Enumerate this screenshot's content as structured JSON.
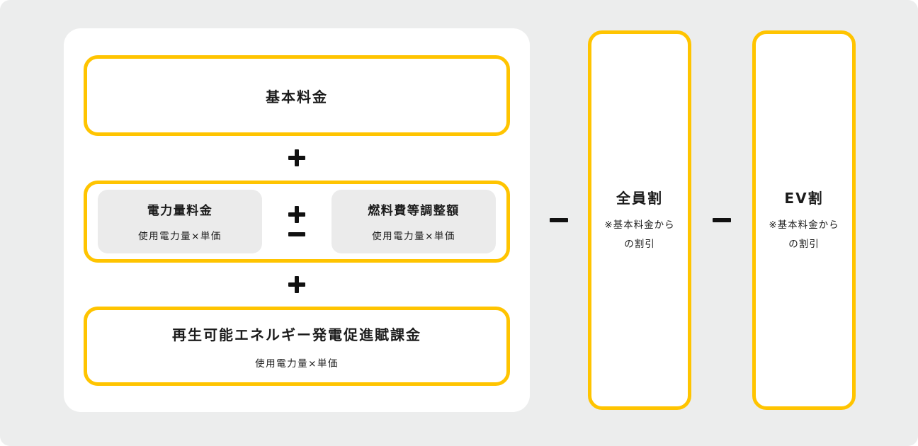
{
  "colors": {
    "accent_yellow": "#FFC400",
    "canvas_bg": "#ECEDED",
    "panel_bg": "#FFFFFF",
    "inner_card_bg": "#EBEBEB",
    "text": "#1B1B1B",
    "operator": "#111111"
  },
  "formula_panel": {
    "base_fee": {
      "label": "基本料金"
    },
    "usage_row": {
      "energy_charge": {
        "title": "電力量料金",
        "subtitle": "使用電力量×単価"
      },
      "fuel_adjustment": {
        "title": "燃料費等調整額",
        "subtitle": "使用電力量×単価"
      }
    },
    "renewable_levy": {
      "title": "再生可能エネルギー発電促進賦課金",
      "subtitle": "使用電力量×単価"
    }
  },
  "operators": {
    "add": "＋",
    "add_or_subtract": "±",
    "subtract": "−"
  },
  "discounts": [
    {
      "title": "全員割",
      "note_line1": "※基本料金から",
      "note_line2": "の割引"
    },
    {
      "title": "EV割",
      "note_line1": "※基本料金から",
      "note_line2": "の割引"
    }
  ]
}
